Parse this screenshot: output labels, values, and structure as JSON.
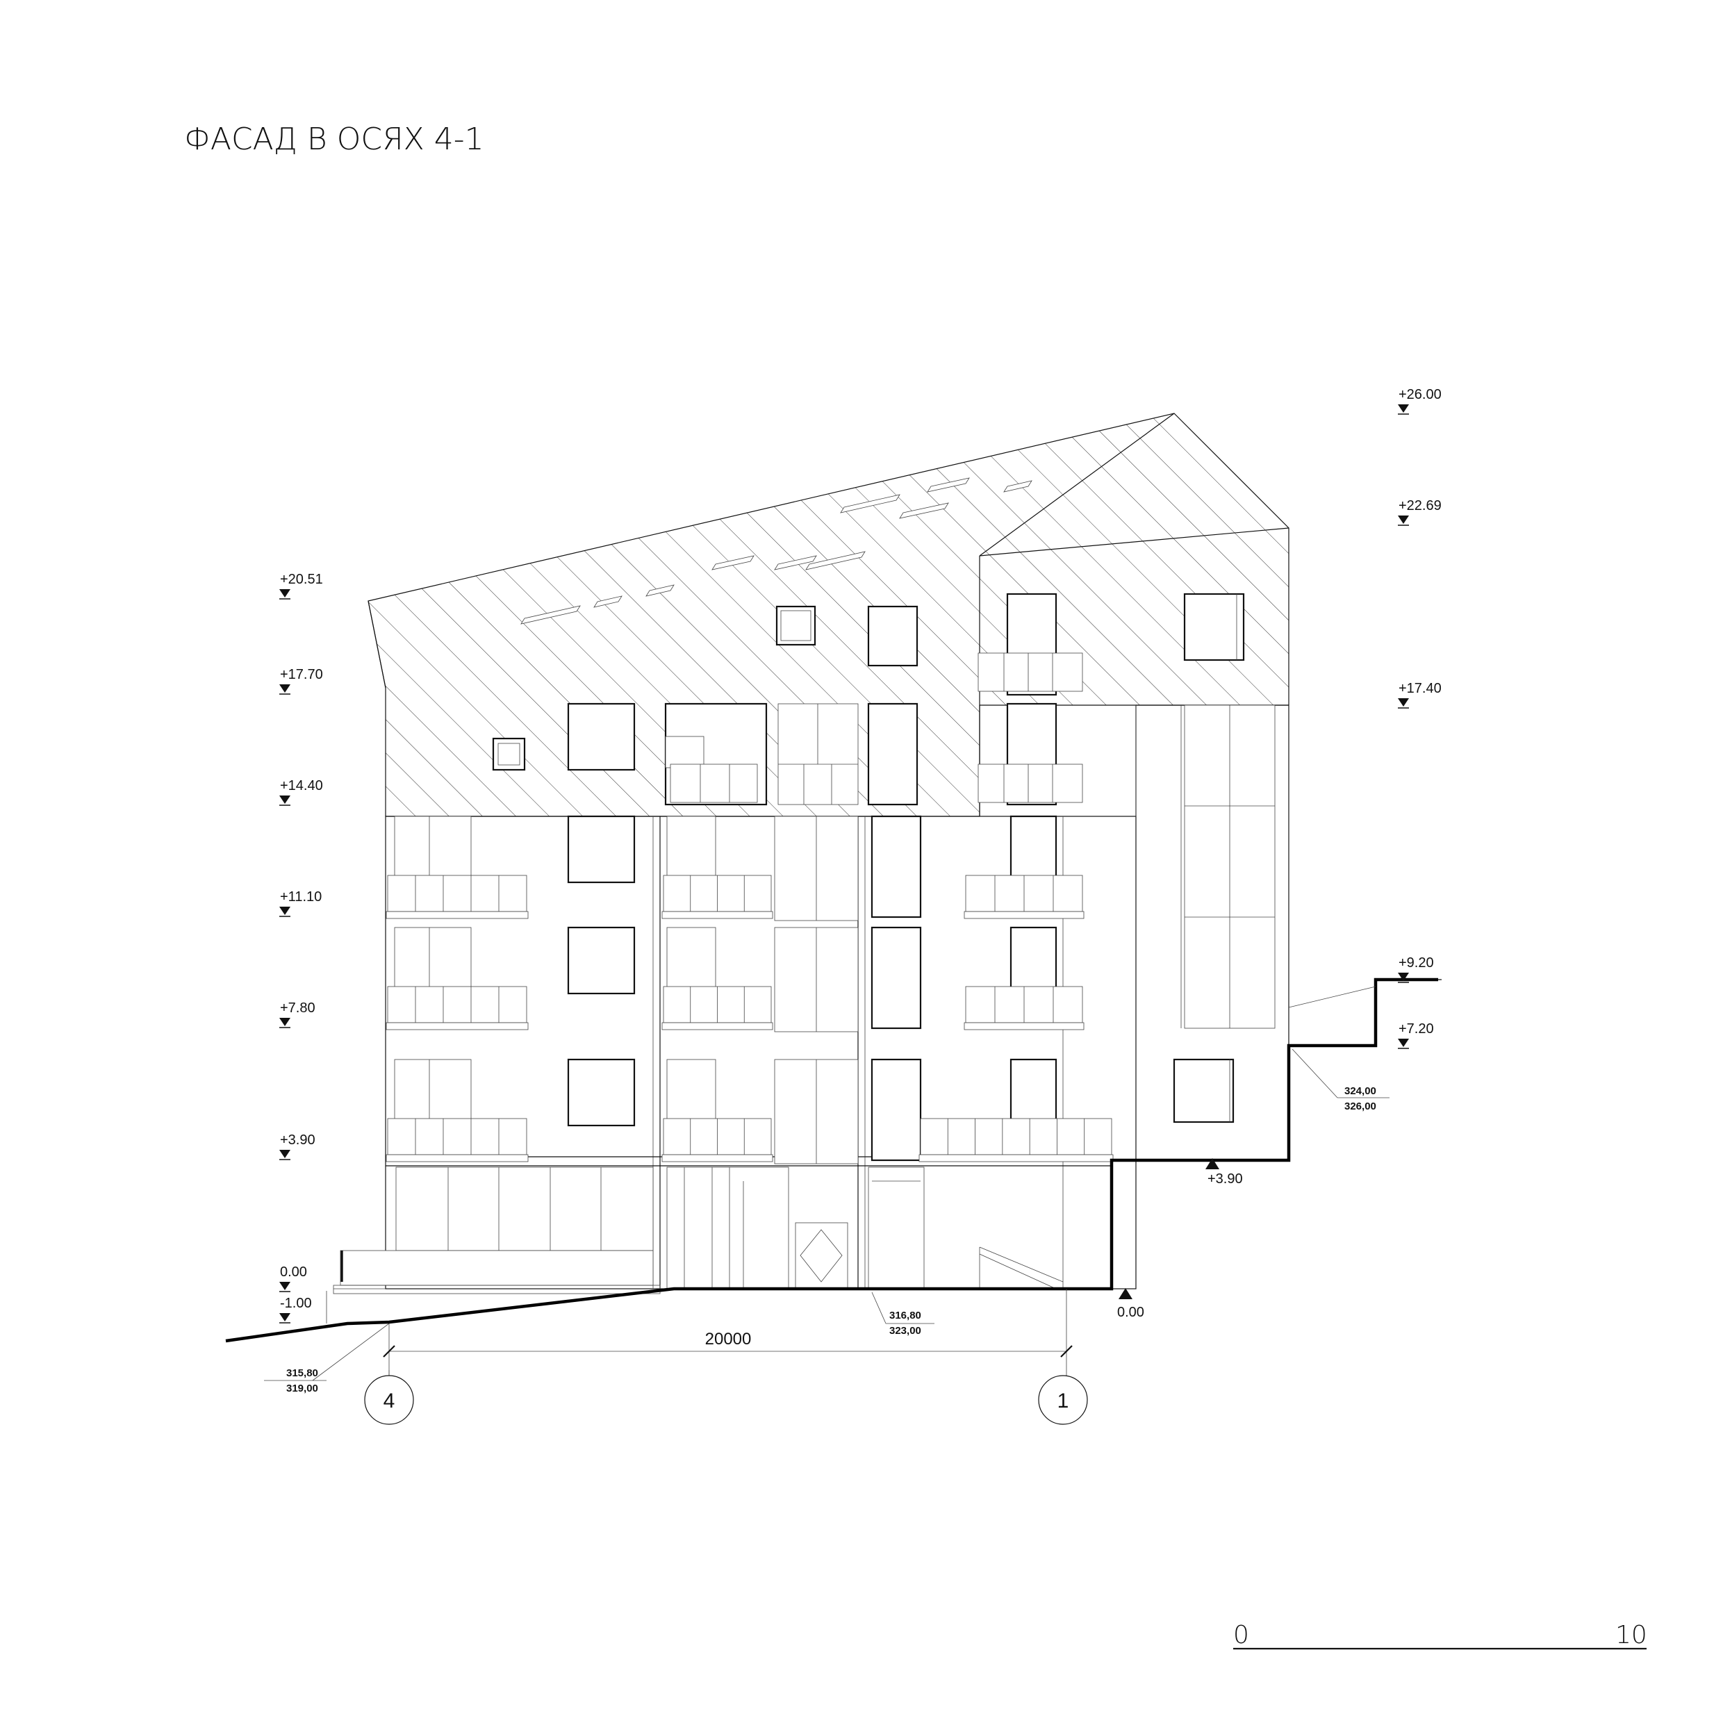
{
  "title": "ФАСАД В ОСЯХ 4-1",
  "levels_left": [
    "+20.51",
    "+17.70",
    "+14.40",
    "+11.10",
    "+7.80",
    "+3.90",
    "0.00",
    "-1.00"
  ],
  "levels_right": [
    "+26.00",
    "+22.69",
    "+17.40",
    "+9.20",
    "+7.20"
  ],
  "ground_levels": {
    "upper_terrace": "+3.90",
    "base": "0.00"
  },
  "terrain_marks": {
    "left": {
      "top": "315,80",
      "bottom": "319,00"
    },
    "middle": {
      "top": "316,80",
      "bottom": "323,00"
    },
    "right": {
      "top": "324,00",
      "bottom": "326,00"
    }
  },
  "dimension": "20000",
  "axes": [
    "4",
    "1"
  ],
  "scale": {
    "start": "0",
    "end": "10"
  },
  "colors": {
    "line": "#111111",
    "background": "#ffffff"
  }
}
